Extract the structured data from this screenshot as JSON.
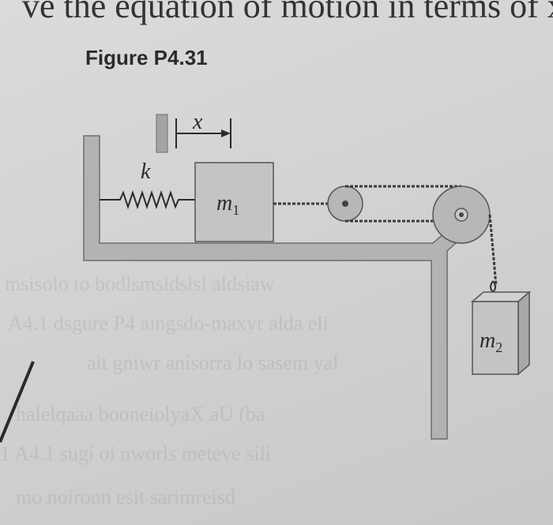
{
  "header": {
    "text_cut_off": "ve the equation of motion in terms of x.",
    "figure_caption": "Figure P4.31"
  },
  "figure": {
    "displacement_label": "x",
    "spring_label": "k",
    "mass1_label": "m",
    "mass1_subscript": "1",
    "mass2_label": "m",
    "mass2_subscript": "2"
  },
  "colors": {
    "structure_fill": "#b4b2b2",
    "structure_stroke": "#6e6c6c",
    "ink": "#2b2b2b"
  }
}
